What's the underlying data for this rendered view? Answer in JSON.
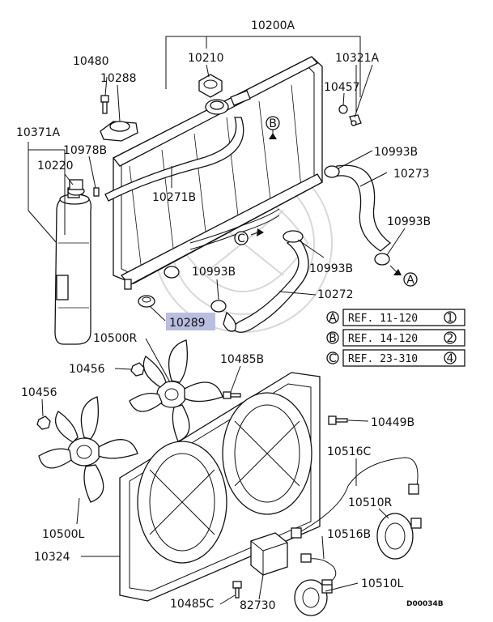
{
  "diagram": {
    "labels": {
      "l10200A": "10200A",
      "l10210": "10210",
      "l10321A": "10321A",
      "l10480": "10480",
      "l10288": "10288",
      "l10457": "10457",
      "l10371A": "10371A",
      "l10978B": "10978B",
      "l10220": "10220",
      "l10993B_1": "10993B",
      "l10273": "10273",
      "l10271B": "10271B",
      "l10993B_2": "10993B",
      "l10993B_3": "10993B",
      "l10993B_4": "10993B",
      "l10272": "10272",
      "l10289": "10289",
      "l10500R": "10500R",
      "l10485B": "10485B",
      "l10456_1": "10456",
      "l10456_2": "10456",
      "l10449B": "10449B",
      "l10516C": "10516C",
      "l10510R": "10510R",
      "l10500L": "10500L",
      "l10516B": "10516B",
      "l10324": "10324",
      "l10510L": "10510L",
      "l10485C": "10485C",
      "l82730": "82730"
    },
    "callouts": {
      "a1": "A",
      "a2": "A",
      "b1": "B",
      "c1": "C"
    },
    "references": [
      {
        "letter": "A",
        "text": "REF. 11-120",
        "num": "1"
      },
      {
        "letter": "B",
        "text": "REF. 14-120",
        "num": "2"
      },
      {
        "letter": "C",
        "text": "REF. 23-310",
        "num": "4"
      }
    ],
    "drawing_code": "D00034B",
    "highlight_color": "#b9bde0"
  }
}
